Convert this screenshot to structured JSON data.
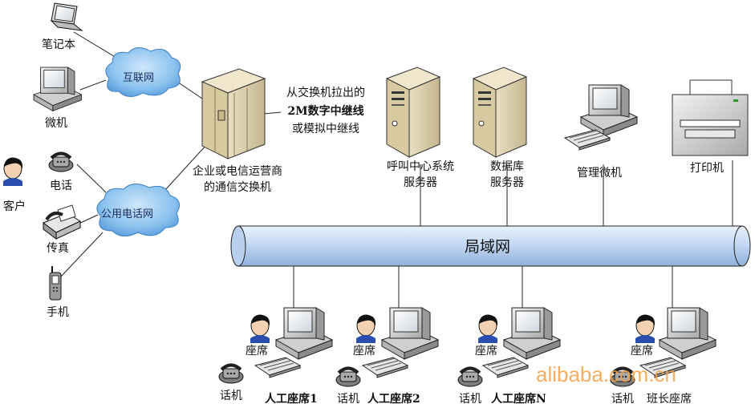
{
  "labels": {
    "laptop": "笔记本",
    "pc": "微机",
    "internet": "互联网",
    "phone": "电话",
    "customer": "客户",
    "fax": "传真",
    "pstn": "公用电话网",
    "mobile": "手机",
    "switch_line1": "企业或电信运营商",
    "switch_line2": "的通信交换机",
    "trunk_line1": "从交换机拉出的",
    "trunk_line2": "2M数字中继线",
    "trunk_line3": "或模拟中继线",
    "callcenter_line1": "呼叫中心系统",
    "callcenter_line2": "服务器",
    "db_line1": "数据库",
    "db_line2": "服务器",
    "admin": "管理微机",
    "printer": "打印机",
    "lan": "局域网",
    "agents": [
      {
        "seat": "座席",
        "phone": "话机",
        "name": "人工座席1"
      },
      {
        "seat": "座席",
        "phone": "话机",
        "name": "人工座席2"
      },
      {
        "seat": "座席",
        "phone": "话机",
        "name": "人工座席N"
      },
      {
        "seat": "座席",
        "phone": "话机",
        "name": "班长座席"
      }
    ]
  },
  "watermark": "alibaba.com.cn",
  "colors": {
    "cloud": "#8cc3ef",
    "lan_pipe": "#c4d9f3",
    "watermark": "#f2a045"
  }
}
